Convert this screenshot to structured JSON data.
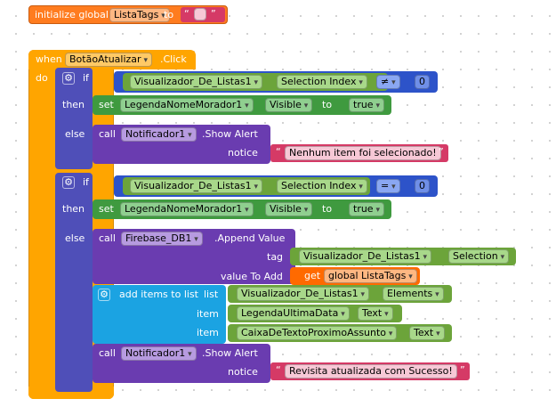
{
  "colors": {
    "orange_global": "#ff7c1f",
    "event_orange": "#ffa500",
    "control_purple": "#4f4fb8",
    "component_green": "#6ca43a",
    "component_field_green": "#a8d88a",
    "set_green": "#3f9a3f",
    "call_purple": "#6a3cb0",
    "text_pink": "#d53a66",
    "math_blue": "#2d53c9",
    "list_blue": "#1ba3e2",
    "get_orange": "#ff6a00"
  },
  "init_block": {
    "label": "initialize global",
    "var_name": "ListaTags",
    "to_label": "to",
    "quote_open": "“",
    "quote_close": "”"
  },
  "event": {
    "when_label": "when",
    "component": "BotãoAtualizar",
    "event_name": ".Click",
    "do_label": "do"
  },
  "if1": {
    "if_label": "if",
    "component": "Visualizador_De_Listas1",
    "property": "Selection Index",
    "operator": "≠",
    "number": "0",
    "then_label": "then",
    "then_set": {
      "set_label": "set",
      "component": "LegendaNomeMorador1",
      "property": "Visible",
      "to_label": "to",
      "value": "true"
    },
    "else_label": "else",
    "else_call": {
      "call_label": "call",
      "component": "Notificador1",
      "method": ".Show Alert",
      "param": "notice",
      "text": "Nenhum item foi selecionado!"
    }
  },
  "if2": {
    "if_label": "if",
    "component": "Visualizador_De_Listas1",
    "property": "Selection Index",
    "operator": "=",
    "number": "0",
    "then_label": "then",
    "then_set": {
      "set_label": "set",
      "component": "LegendaNomeMorador1",
      "property": "Visible",
      "to_label": "to",
      "value": "true"
    },
    "else_label": "else",
    "firebase_call": {
      "call_label": "call",
      "component": "Firebase_DB1",
      "method": ".Append Value",
      "tag_label": "tag",
      "tag_component": "Visualizador_De_Listas1",
      "tag_property": "Selection",
      "value_label": "value To Add",
      "get_label": "get",
      "get_var": "global ListaTags"
    },
    "add_items": {
      "label": "add items to list",
      "list_label": "list",
      "list_component": "Visualizador_De_Listas1",
      "list_property": "Elements",
      "item_label": "item",
      "item1_component": "LegendaUltimaData",
      "item1_property": "Text",
      "item2_component": "CaixaDeTextoProximoAssunto",
      "item2_property": "Text"
    },
    "final_call": {
      "call_label": "call",
      "component": "Notificador1",
      "method": ".Show Alert",
      "param": "notice",
      "text": "Revisita atualizada com Sucesso!"
    }
  }
}
